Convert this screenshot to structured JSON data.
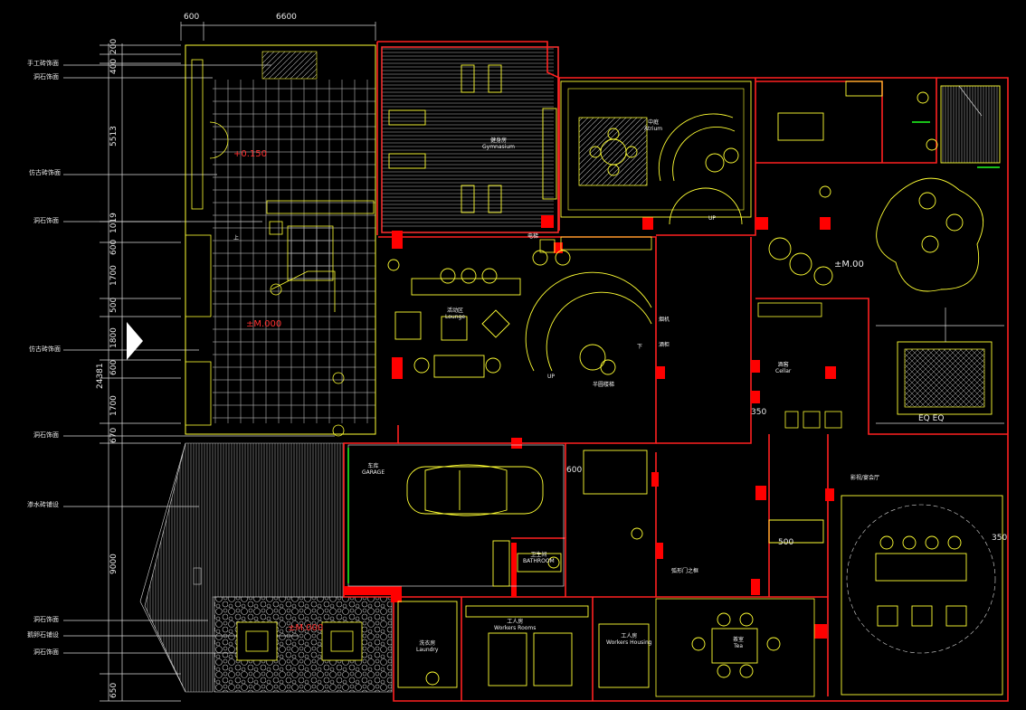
{
  "drawing": {
    "top_dims": [
      "600",
      "6600"
    ],
    "left_dims": [
      "200",
      "400",
      "5513",
      "1019",
      "600",
      "1700",
      "500",
      "1800",
      "600",
      "1700",
      "670",
      "9000",
      "650"
    ],
    "total_dim": "24381",
    "right_dims": [
      "350",
      "350"
    ],
    "callouts": [
      "手工砖饰面",
      "洞石饰面",
      "仿古砖饰面",
      "洞石饰面",
      "仿古砖饰面",
      "洞石饰面",
      "渗水砖铺设",
      "洞石饰面",
      "鹅卵石铺设",
      "洞石饰面"
    ],
    "elevations": {
      "terrace": "+0.150",
      "courtyard": "±M.000",
      "pond": "±M.000",
      "entry": "±M.00"
    },
    "rooms": {
      "gym_cn": "健身房",
      "gym_en": "Gymnasium",
      "atrium_cn": "中庭",
      "atrium_en": "Atrium",
      "lounge_cn": "活动区",
      "lounge_en": "Lounge",
      "garage_cn": "车库",
      "garage_en": "GARAGE",
      "bath_cn": "卫生间",
      "bath_en": "BATHROOM",
      "laundry_cn": "洗衣房",
      "laundry_en": "Laundry",
      "servant1_cn": "工人房",
      "servant1_en": "Workers Rooms",
      "servant2_cn": "工人房",
      "servant2_en": "Workers Housing",
      "tea_cn": "茶室",
      "tea_en": "Tea",
      "cellar_cn": "酒窖",
      "cellar_en": "Cellar",
      "banquet_cn": "影视/宴会厅",
      "arc_door": "弧形门之框",
      "up1": "上",
      "up2": "UP",
      "up3": "UP",
      "stair_desc": "半圆楼梯",
      "dn": "下",
      "mark1": "烟机",
      "mark2": "酒柜",
      "elev_label": "电梯",
      "ceiling": "EQ  EQ",
      "dim500": "500",
      "dim600": "600"
    }
  },
  "colors": {
    "wall": "#ff0000",
    "furniture": "#ffff33",
    "line": "#c8c8c8",
    "hatch": "#bbbbbb",
    "green": "#18c018"
  }
}
